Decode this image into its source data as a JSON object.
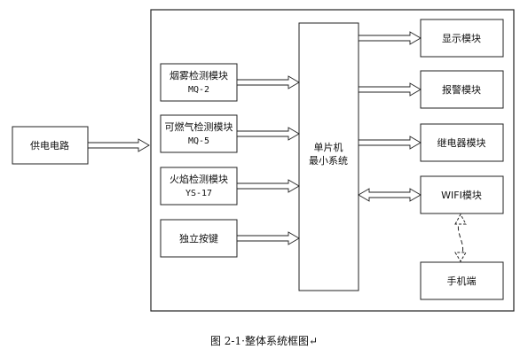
{
  "nodes": {
    "power": "供电电路",
    "smoke": "烟雾检测模块",
    "smoke_model": "MQ-2",
    "gas": "可燃气检测模块",
    "gas_model": "MQ-5",
    "flame": "火焰检测模块",
    "flame_model": "YS-17",
    "key": "独立按键",
    "mcu_line1": "单片机",
    "mcu_line2": "最小系统",
    "display": "显示模块",
    "alarm": "报警模块",
    "relay": "继电器模块",
    "wifi": "WIFI模块",
    "phone": "手机端"
  },
  "caption": "图 2-1·整体系统框图↵"
}
